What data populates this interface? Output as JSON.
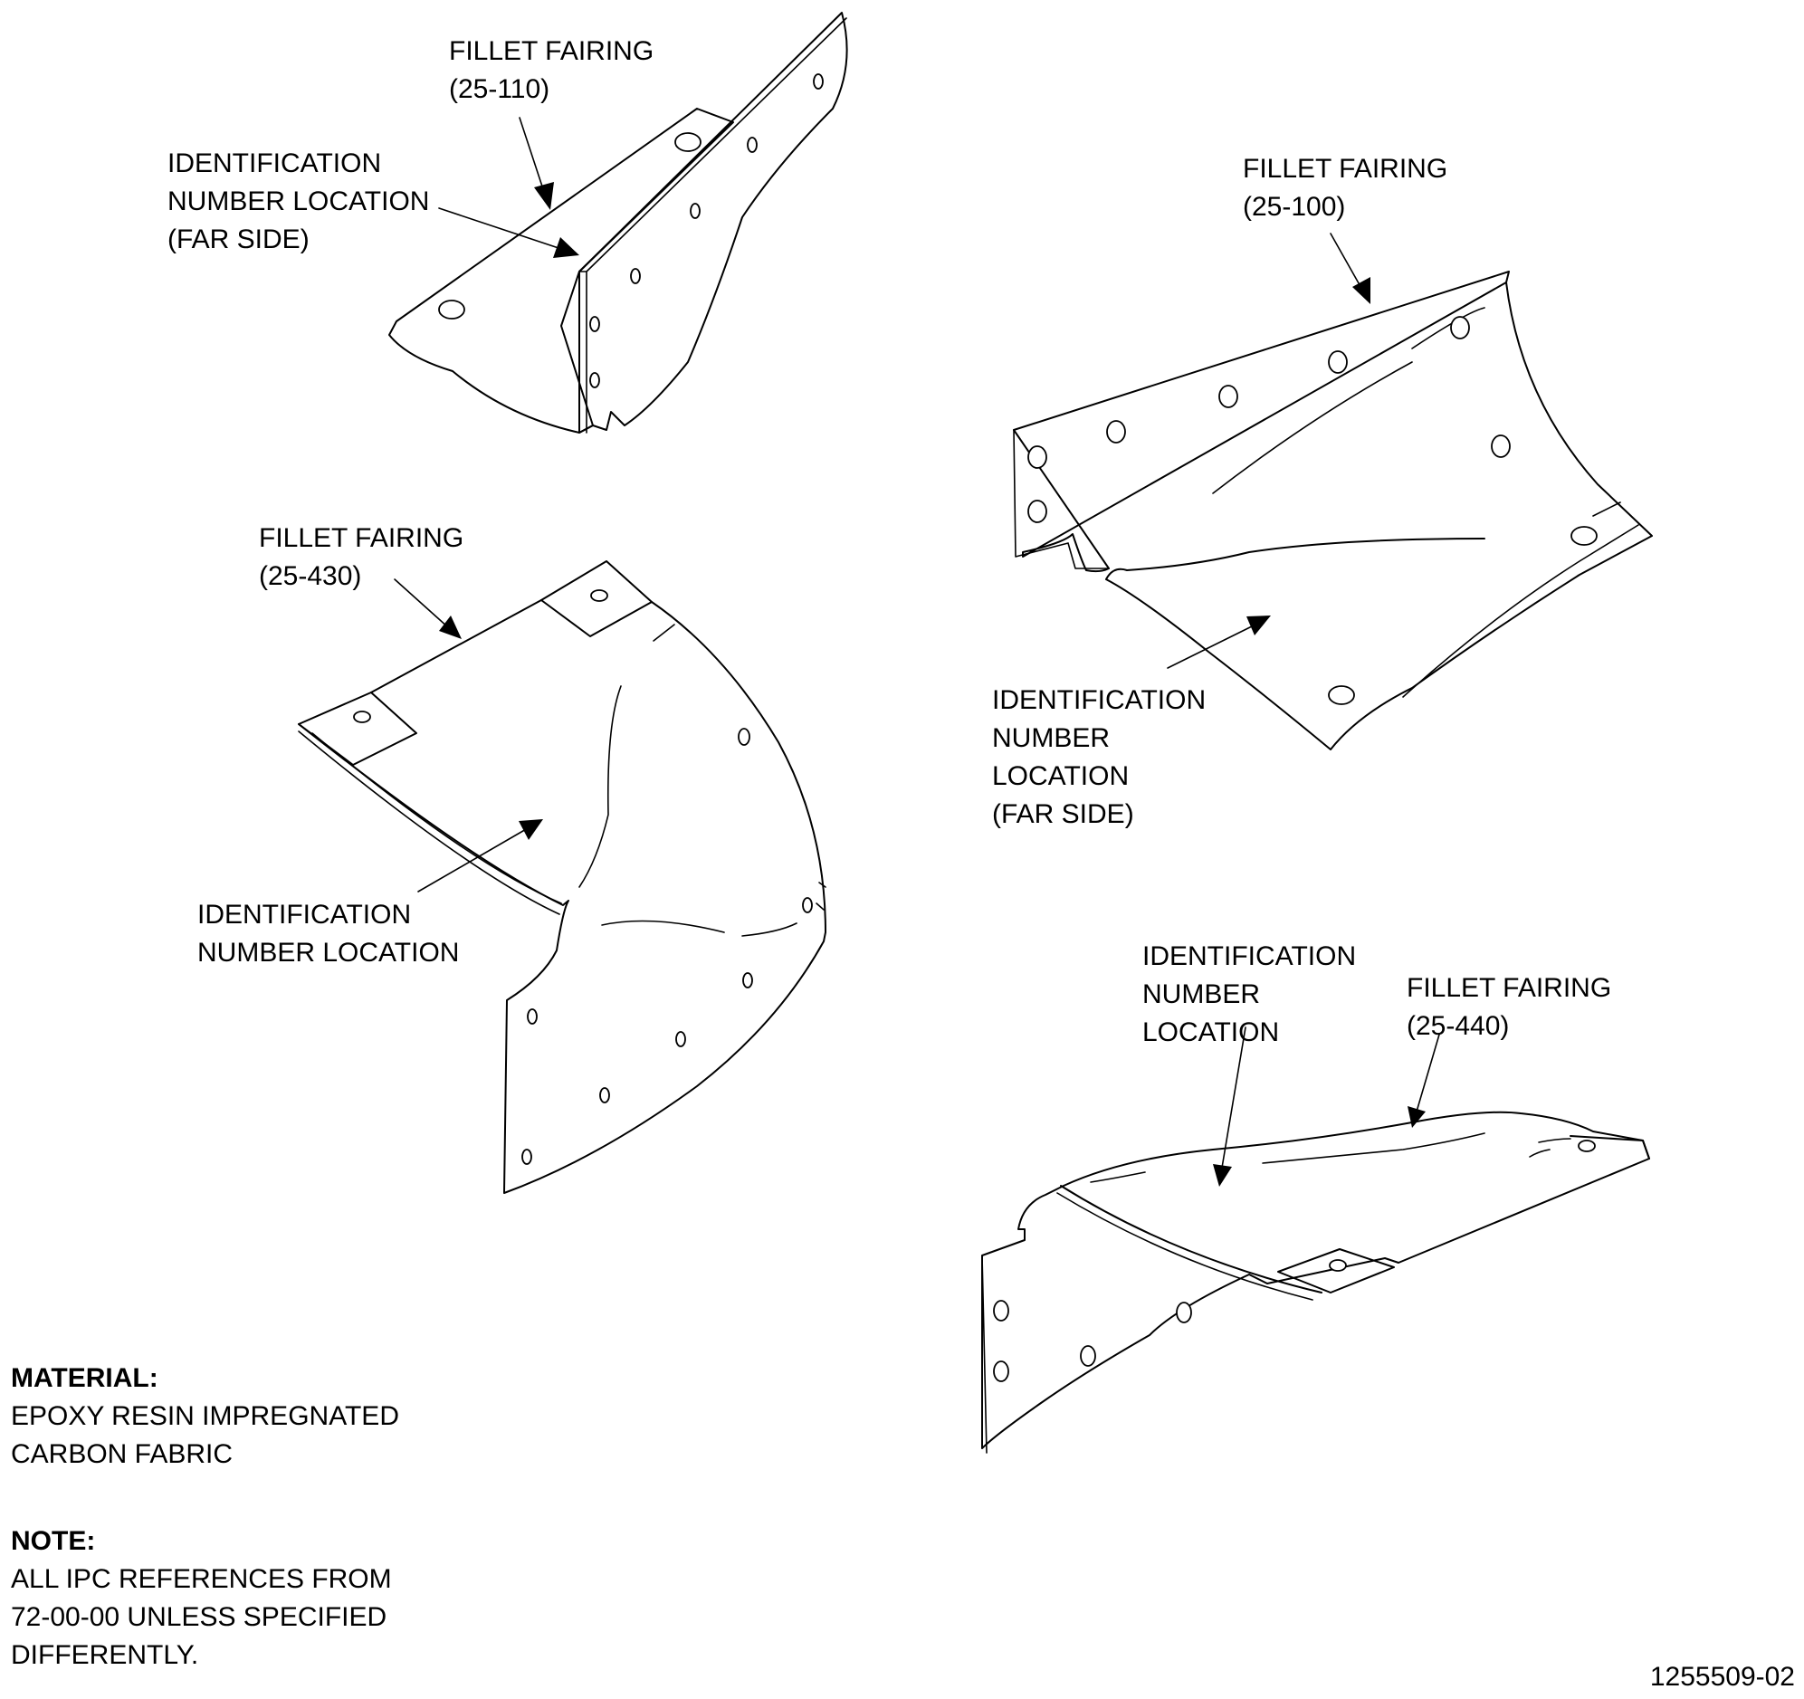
{
  "parts": {
    "p110": {
      "title": "FILLET FAIRING",
      "ref": "(25-110)",
      "id_line1": "IDENTIFICATION",
      "id_line2": "NUMBER LOCATION",
      "id_line3": "(FAR SIDE)"
    },
    "p100": {
      "title": "FILLET FAIRING",
      "ref": "(25-100)",
      "id_line1": "IDENTIFICATION",
      "id_line2": "NUMBER",
      "id_line3": "LOCATION",
      "id_line4": "(FAR SIDE)"
    },
    "p430": {
      "title": "FILLET FAIRING",
      "ref": "(25-430)",
      "id_line1": "IDENTIFICATION",
      "id_line2": "NUMBER LOCATION"
    },
    "p440": {
      "title": "FILLET FAIRING",
      "ref": "(25-440)",
      "id_line1": "IDENTIFICATION",
      "id_line2": "NUMBER",
      "id_line3": "LOCATION"
    }
  },
  "material": {
    "heading": "MATERIAL:",
    "line1": "EPOXY RESIN IMPREGNATED",
    "line2": "CARBON FABRIC"
  },
  "note": {
    "heading": "NOTE:",
    "line1": "ALL IPC REFERENCES FROM",
    "line2": "72-00-00 UNLESS SPECIFIED",
    "line3": "DIFFERENTLY."
  },
  "drawing_number": "1255509-02"
}
